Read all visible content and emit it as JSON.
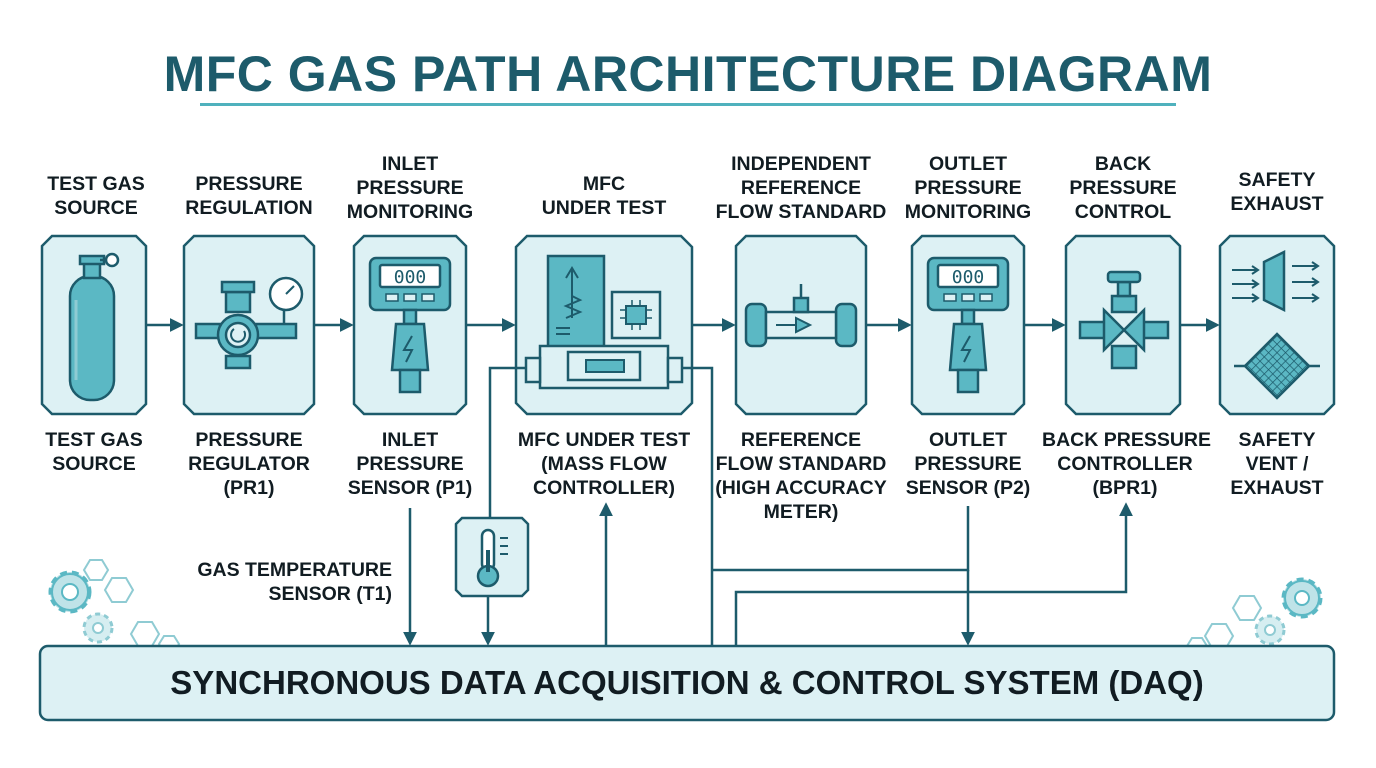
{
  "title": "MFC GAS PATH ARCHITECTURE DIAGRAM",
  "stages": [
    {
      "id": "source",
      "top": [
        "TEST GAS",
        "SOURCE"
      ],
      "bottom": [
        "TEST GAS",
        "SOURCE"
      ],
      "icon": "gas-cylinder-icon"
    },
    {
      "id": "regulation",
      "top": [
        "PRESSURE",
        "REGULATION"
      ],
      "bottom": [
        "PRESSURE",
        "REGULATOR",
        "(PR1)"
      ],
      "icon": "pressure-regulator-icon"
    },
    {
      "id": "inlet",
      "top": [
        "INLET",
        "PRESSURE",
        "MONITORING"
      ],
      "bottom": [
        "INLET",
        "PRESSURE",
        "SENSOR (P1)"
      ],
      "icon": "pressure-sensor-icon"
    },
    {
      "id": "mfc",
      "top": [
        "MFC",
        "UNDER TEST"
      ],
      "bottom": [
        "MFC UNDER TEST",
        "(MASS FLOW",
        "CONTROLLER)"
      ],
      "icon": "mass-flow-controller-icon"
    },
    {
      "id": "reference",
      "top": [
        "INDEPENDENT",
        "REFERENCE",
        "FLOW STANDARD"
      ],
      "bottom": [
        "REFERENCE",
        "FLOW STANDARD",
        "(HIGH ACCURACY",
        "METER)"
      ],
      "icon": "flow-meter-icon"
    },
    {
      "id": "outlet",
      "top": [
        "OUTLET",
        "PRESSURE",
        "MONITORING"
      ],
      "bottom": [
        "OUTLET",
        "PRESSURE",
        "SENSOR (P2)"
      ],
      "icon": "pressure-sensor-icon"
    },
    {
      "id": "backpressure",
      "top": [
        "BACK",
        "PRESSURE",
        "CONTROL"
      ],
      "bottom": [
        "BACK PRESSURE",
        "CONTROLLER",
        "(BPR1)"
      ],
      "icon": "control-valve-icon"
    },
    {
      "id": "exhaust",
      "top": [
        "SAFETY",
        "EXHAUST"
      ],
      "bottom": [
        "SAFETY",
        "VENT /",
        "EXHAUST"
      ],
      "icon": "exhaust-filter-icon"
    }
  ],
  "temperature_sensor": {
    "label": [
      "GAS TEMPERATURE",
      "SENSOR (T1)"
    ],
    "icon": "thermometer-icon"
  },
  "daq": {
    "label": "SYNCHRONOUS DATA ACQUISITION & CONTROL SYSTEM (DAQ)"
  },
  "gauge_display": "000",
  "colors": {
    "title": "#1d5b6b",
    "stroke": "#1d5b6b",
    "fill": "#ddf1f4",
    "icon_fill": "#5bb8c4",
    "accent": "#4fb1bd"
  }
}
